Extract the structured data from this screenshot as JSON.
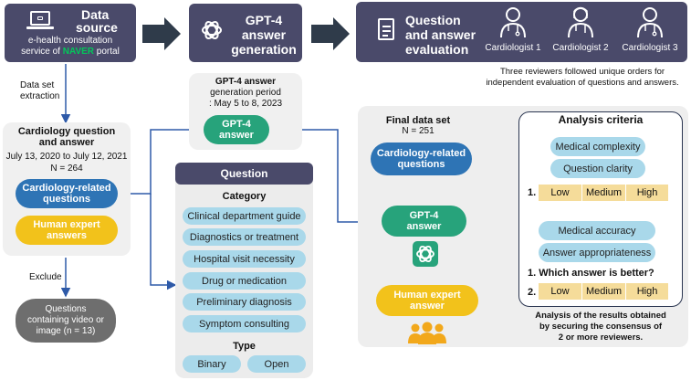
{
  "data_source": {
    "title_line1": "Data",
    "title_line2": "source",
    "desc_line1": "e-health consultation",
    "desc_prefix": "service of ",
    "desc_brand": "NAVER",
    "desc_suffix": " portal"
  },
  "gpt_generation": {
    "title_line1": "GPT-4",
    "title_line2": "answer",
    "title_line3": "generation"
  },
  "evaluation": {
    "title_line1": "Question",
    "title_line2": "and answer",
    "title_line3": "evaluation",
    "reviewers": [
      "Cardiologist 1",
      "Cardiologist 2",
      "Cardiologist 3"
    ],
    "note_line1": "Three reviewers followed unique orders for",
    "note_line2": "independent evaluation of questions and answers."
  },
  "extraction_label_line1": "Data set",
  "extraction_label_line2": "extraction",
  "cardiology_set": {
    "title_line1": "Cardiology question",
    "title_line2": "and answer",
    "period": "July 13, 2020 to July 12, 2021",
    "count": "N = 264",
    "questions_line1": "Cardiology-related",
    "questions_line2": "questions",
    "experts_line1": "Human expert",
    "experts_line2": "answers"
  },
  "exclude": {
    "label": "Exclude",
    "line1": "Questions",
    "line2": "containing video or",
    "line3": "image (n = 13)"
  },
  "gpt_period": {
    "title": "GPT-4 answer",
    "line2": "generation period",
    "line3": ": May 5 to 8, 2023",
    "pill_line1": "GPT-4",
    "pill_line2": "answer"
  },
  "question_panel": {
    "header": "Question",
    "category_label": "Category",
    "categories": [
      "Clinical department guide",
      "Diagnostics or treatment",
      "Hospital visit necessity",
      "Drug or medication",
      "Preliminary diagnosis",
      "Symptom consulting"
    ],
    "type_label": "Type",
    "types": [
      "Binary",
      "Open"
    ]
  },
  "final_set": {
    "title": "Final data set",
    "count": "N = 251",
    "questions_line1": "Cardiology-related",
    "questions_line2": "questions",
    "gpt_line1": "GPT-4",
    "gpt_line2": "answer",
    "human_line1": "Human expert",
    "human_line2": "answer"
  },
  "analysis": {
    "title": "Analysis criteria",
    "q_criteria": [
      "Medical complexity",
      "Question clarity"
    ],
    "scale1_num": "1.",
    "scale": [
      "Low",
      "Medium",
      "High"
    ],
    "a_criteria": [
      "Medical accuracy",
      "Answer appropriateness"
    ],
    "which_better": "1. Which answer is better?",
    "scale2_num": "2.",
    "consensus_line1": "Analysis of the results obtained",
    "consensus_line2": "by securing the consensus of",
    "consensus_line3": "2 or more reviewers."
  },
  "colors": {
    "header": "#4a4a6a",
    "blue": "#2e74b5",
    "yellow": "#f2c21b",
    "green": "#27a37b",
    "light_blue": "#a9d8ea",
    "scale_cell": "#f5dc9a",
    "naver_green": "#03c75a"
  }
}
